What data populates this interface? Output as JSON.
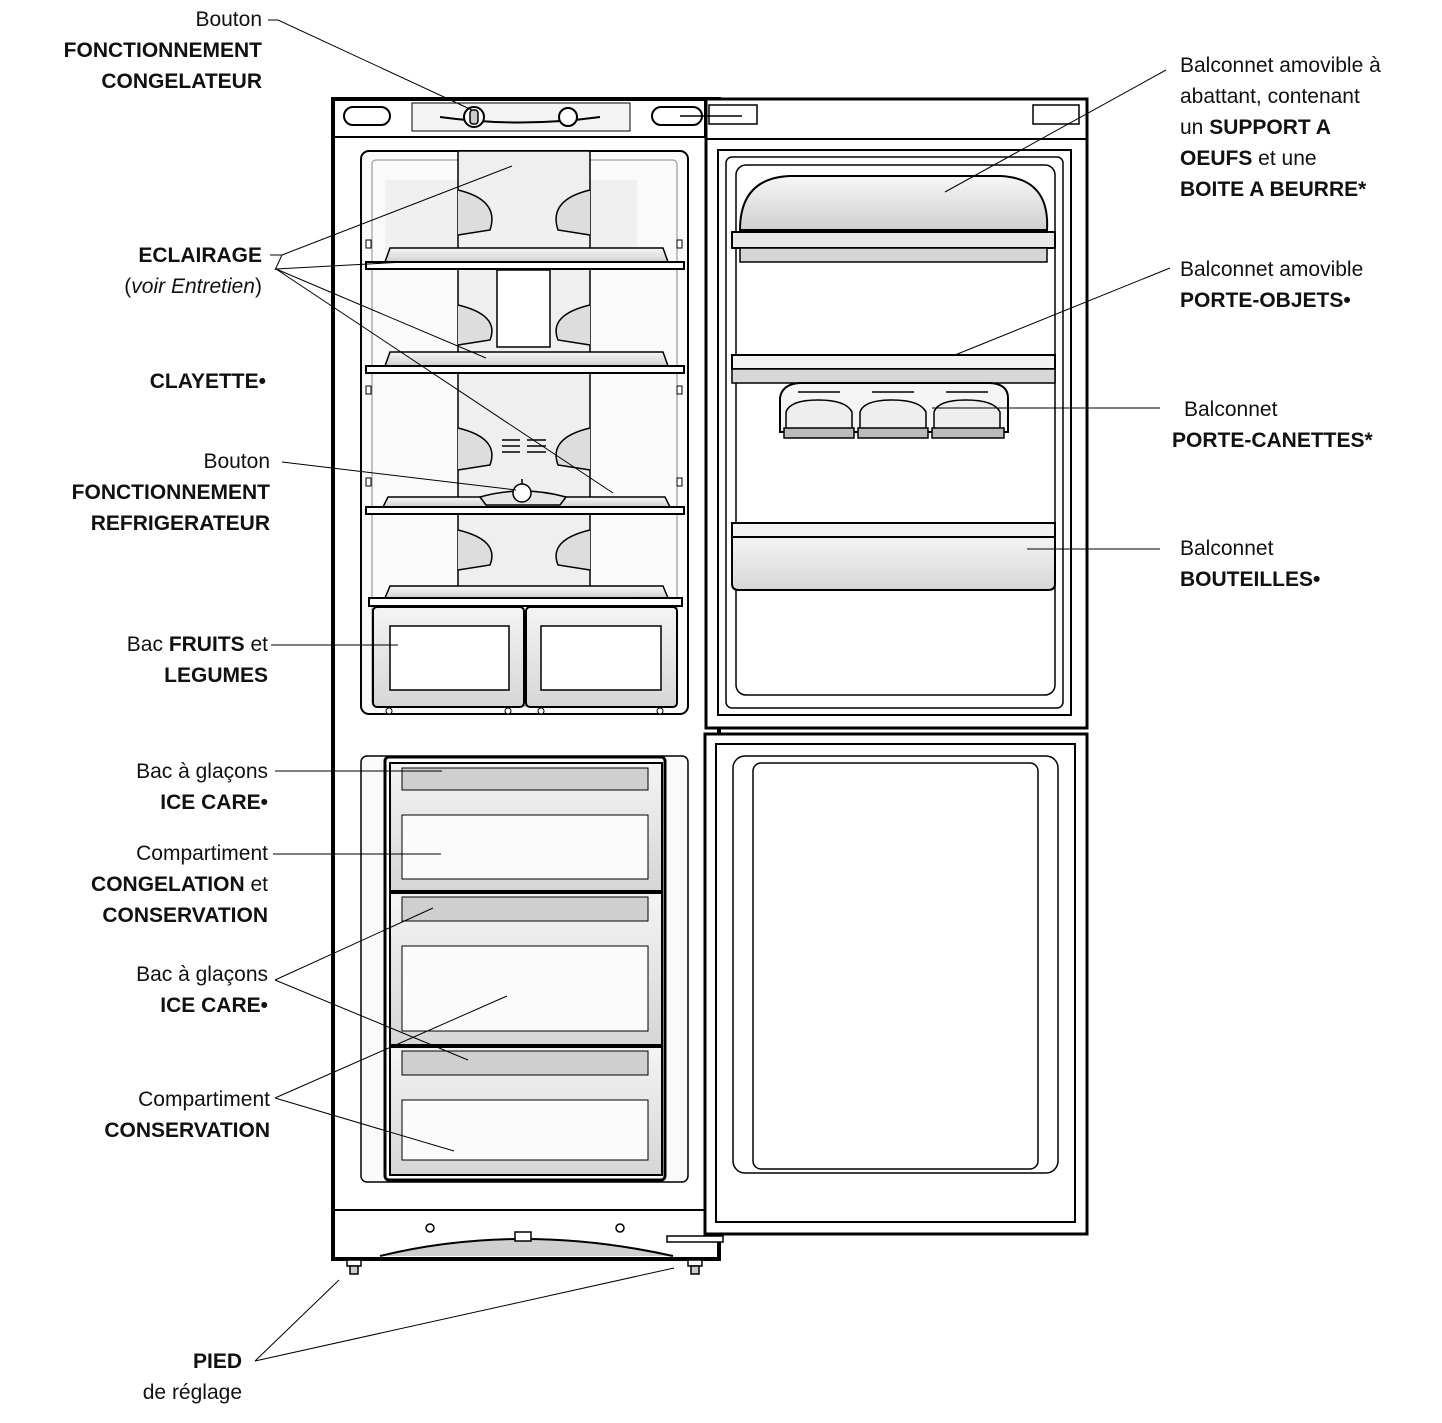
{
  "colors": {
    "line": "#000000",
    "fill_light": "#eeeeee",
    "fill_mid": "#d8d8d8",
    "fill_dark": "#bdbdbd",
    "background": "#ffffff"
  },
  "labels": {
    "congelateur_button": {
      "l1": "Bouton",
      "l2": "FONCTIONNEMENT",
      "l3": "CONGELATEUR"
    },
    "eclairage": {
      "l1": "ECLAIRAGE",
      "l2_open": "(",
      "l2_italic": "voir Entretien",
      "l2_close": ")"
    },
    "clayette": {
      "l1": "CLAYETTE•"
    },
    "refrigerateur_button": {
      "l1": "Bouton",
      "l2": "FONCTIONNEMENT",
      "l3": "REFRIGERATEUR"
    },
    "bac_fruits": {
      "l1_a": "Bac ",
      "l1_b": "FRUITS",
      "l1_c": " et",
      "l2": "LEGUMES"
    },
    "bac_glacons_1": {
      "l1": "Bac à glaçons",
      "l2": "ICE CARE•"
    },
    "compartiment_congelation": {
      "l1": "Compartiment",
      "l2_a": "CONGELATION",
      "l2_b": " et",
      "l3": "CONSERVATION"
    },
    "bac_glacons_2": {
      "l1": "Bac à glaçons",
      "l2": "ICE CARE•"
    },
    "compartiment_conservation": {
      "l1": "Compartiment",
      "l2": "CONSERVATION"
    },
    "pied": {
      "l1": "PIED",
      "l2": "de réglage"
    },
    "balconnet_abattant": {
      "l1": "Balconnet amovible à",
      "l2": "abattant, contenant",
      "l3_a": "un ",
      "l3_b": "SUPPORT A",
      "l4_a": "OEUFS",
      "l4_b": " et une",
      "l5": "BOITE A BEURRE*"
    },
    "balconnet_porte_objets": {
      "l1": "Balconnet amovible",
      "l2": "PORTE-OBJETS•"
    },
    "balconnet_canettes": {
      "l1": "Balconnet",
      "l2": "PORTE-CANETTES*"
    },
    "balconnet_bouteilles": {
      "l1": "Balconnet",
      "l2": "BOUTEILLES•"
    }
  }
}
